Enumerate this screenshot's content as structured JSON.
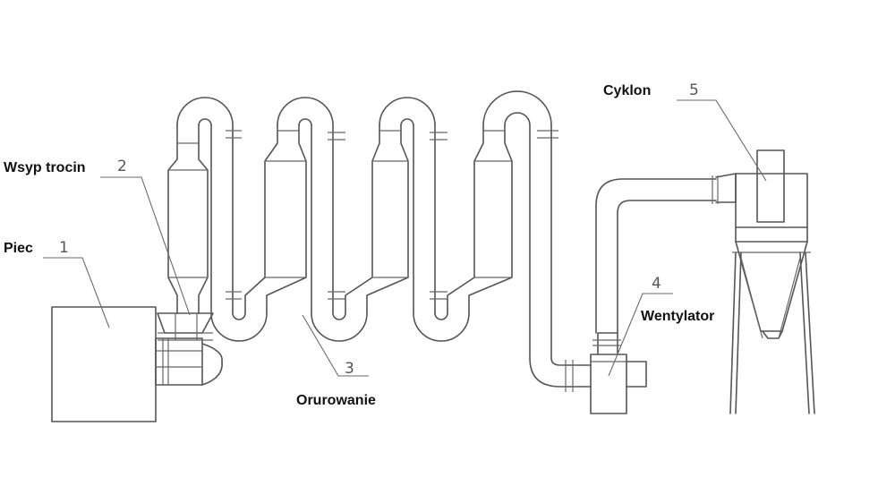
{
  "diagram": {
    "labels": {
      "piec": {
        "number": "1",
        "text": "Piec"
      },
      "wsyp": {
        "number": "2",
        "text": "Wsyp trocin"
      },
      "orurowanie": {
        "number": "3",
        "text": "Orurowanie"
      },
      "wentylator": {
        "number": "4",
        "text": "Wentylator"
      },
      "cyklon": {
        "number": "5",
        "text": "Cyklon"
      }
    }
  }
}
